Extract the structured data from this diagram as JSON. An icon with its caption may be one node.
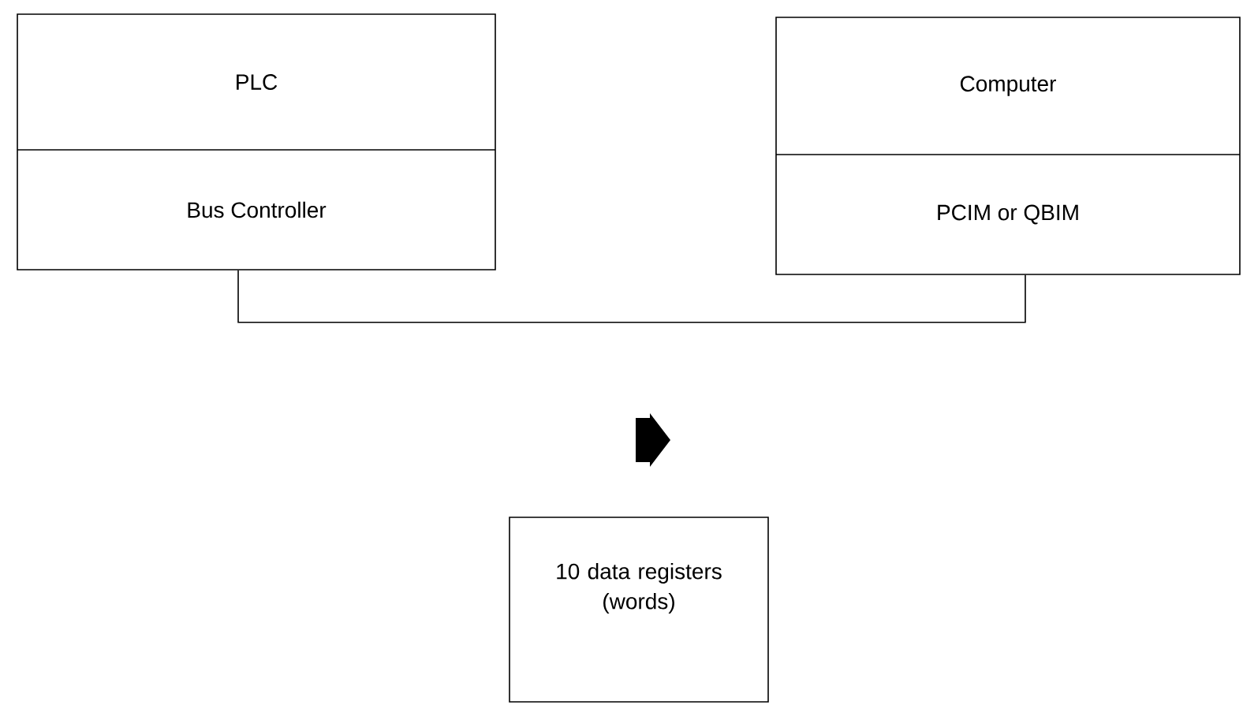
{
  "diagram": {
    "nodes": [
      {
        "text": [
          "PLC",
          "Bus Controller"
        ]
      },
      {
        "text": [
          "Computer",
          "PCIM or QBIM"
        ]
      },
      {
        "text": [
          "10 data registers (words)"
        ]
      }
    ],
    "edges": [
      {
        "from": 0,
        "to": 1,
        "arrow": "none"
      }
    ]
  }
}
